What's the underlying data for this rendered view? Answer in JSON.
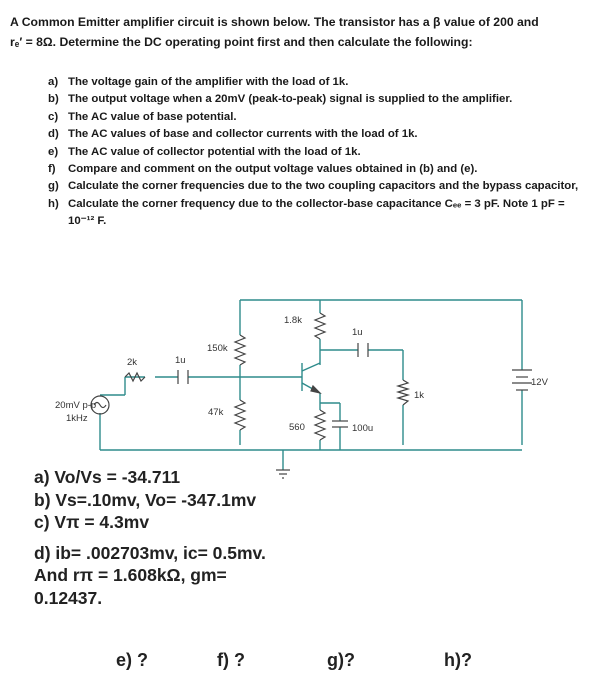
{
  "problem": {
    "intro_line1": "A Common Emitter amplifier circuit is shown below.  The transistor has a β value of 200 and",
    "intro_line2": "rₑ′ = 8Ω. Determine the DC operating point first and then calculate the following:",
    "questions": [
      {
        "label": "a)",
        "text": "The voltage gain of the amplifier with the load of 1k."
      },
      {
        "label": "b)",
        "text": "The output voltage when a 20mV (peak-to-peak) signal is supplied to the amplifier."
      },
      {
        "label": "c)",
        "text": "The AC value of base potential."
      },
      {
        "label": "d)",
        "text": "The AC values of base and collector currents with the load of 1k."
      },
      {
        "label": "e)",
        "text": "The AC value of collector potential with the load of 1k."
      },
      {
        "label": "f)",
        "text": "Compare and comment on the output voltage values obtained in (b) and (e)."
      },
      {
        "label": "g)",
        "text": "Calculate the corner frequencies due to the two coupling capacitors and the bypass capacitor,"
      },
      {
        "label": "h)",
        "text": "Calculate the corner frequency due to the collector-base capacitance Cₑₑ = 3 pF.  Note 1 pF = 10⁻¹² F."
      }
    ]
  },
  "circuit": {
    "source_amp": "20mV p-p",
    "source_freq": "1kHz",
    "r_source": "2k",
    "c_in": "1u",
    "r_bias_top": "150k",
    "r_bias_bottom": "47k",
    "r_collector": "1.8k",
    "c_out": "1u",
    "r_emitter": "560",
    "c_bypass": "100u",
    "r_load": "1k",
    "supply": "12V"
  },
  "answers": {
    "a": "a)  Vo/Vs = -34.711",
    "b": "b)  Vs=.10mv, Vo= -347.1mv",
    "c": "c)  Vπ = 4.3mv",
    "d1": "d)  ib= .002703mv, ic= 0.5mv.",
    "d2": "And rπ = 1.608kΩ, gm=",
    "d3": "0.12437."
  },
  "pending": [
    "e) ?",
    "f) ?",
    "g)?",
    "h)?"
  ]
}
